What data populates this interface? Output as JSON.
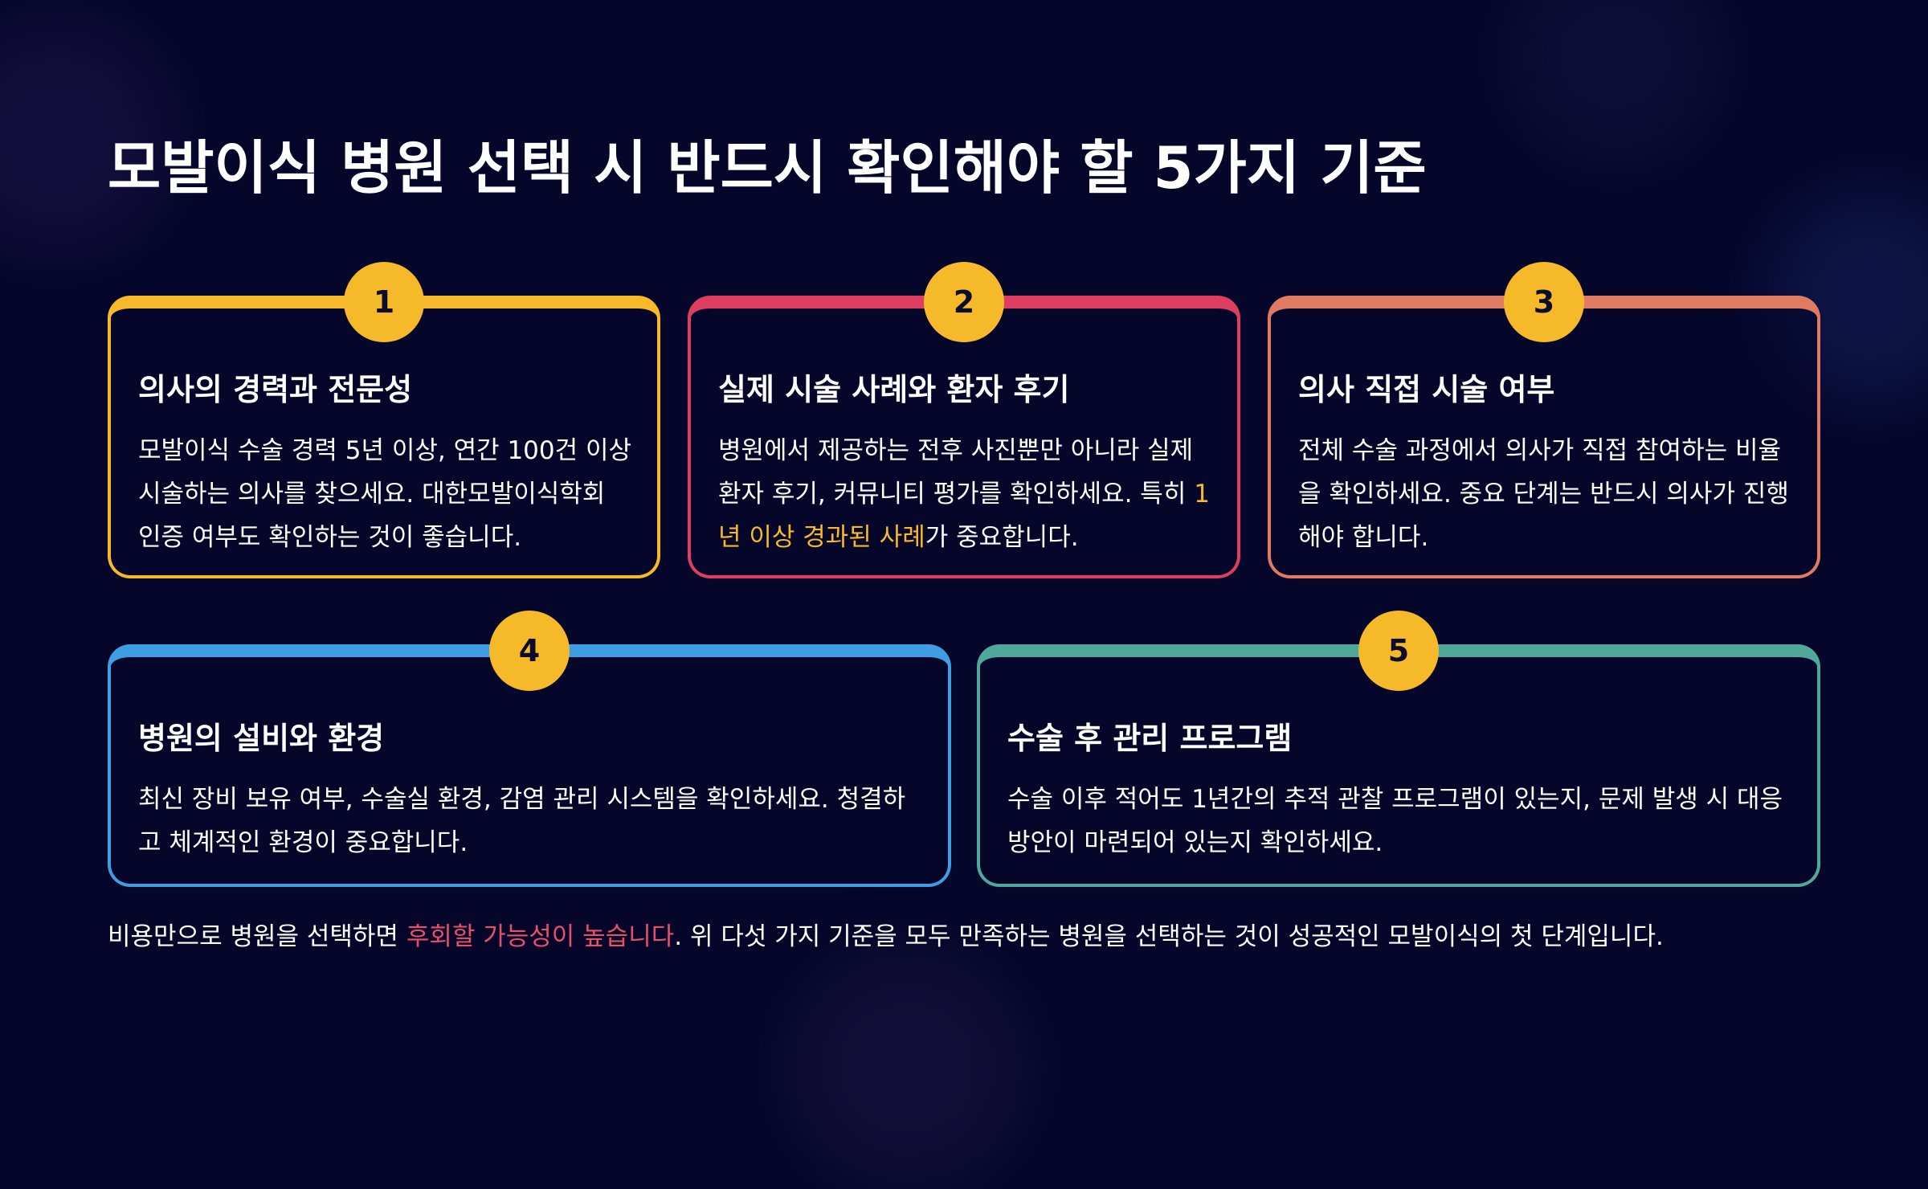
{
  "title": "모발이식 병원 선택 시 반드시 확인해야 할 5가지 기준",
  "colors": {
    "background": "#05062a",
    "badge": "#f5b929",
    "card1": "#f5b929",
    "card2": "#de3f60",
    "card3": "#e07a63",
    "card4": "#3f9ee3",
    "card5": "#4fa89c",
    "highlight_yellow": "#f5b929",
    "highlight_pink": "#e8506a"
  },
  "cards": [
    {
      "number": "1",
      "title": "의사의 경력과 전문성",
      "text": "모발이식 수술 경력 5년 이상, 연간 100건 이상 시술하는 의사를 찾으세요. 대한모발이식학회 인증 여부도 확인하는 것이 좋습니다."
    },
    {
      "number": "2",
      "title": "실제 시술 사례와 환자 후기",
      "text_before": "병원에서 제공하는 전후 사진뿐만 아니라 실제 환자 후기, 커뮤니티 평가를 확인하세요. 특히 ",
      "text_highlight": "1년 이상 경과된 사례",
      "text_after": "가 중요합니다."
    },
    {
      "number": "3",
      "title": "의사 직접 시술 여부",
      "text": "전체 수술 과정에서 의사가 직접 참여하는 비율을 확인하세요. 중요 단계는 반드시 의사가 진행해야 합니다."
    },
    {
      "number": "4",
      "title": "병원의 설비와 환경",
      "text": "최신 장비 보유 여부, 수술실 환경, 감염 관리 시스템을 확인하세요. 청결하고 체계적인 환경이 중요합니다."
    },
    {
      "number": "5",
      "title": "수술 후 관리 프로그램",
      "text": "수술 이후 적어도 1년간의 추적 관찰 프로그램이 있는지, 문제 발생 시 대응 방안이 마련되어 있는지 확인하세요."
    }
  ],
  "footer": {
    "text_before": "비용만으로 병원을 선택하면 ",
    "text_highlight": "후회할 가능성이 높습니다",
    "text_after": ". 위 다섯 가지 기준을 모두 만족하는 병원을 선택하는 것이 성공적인 모발이식의 첫 단계입니다."
  }
}
